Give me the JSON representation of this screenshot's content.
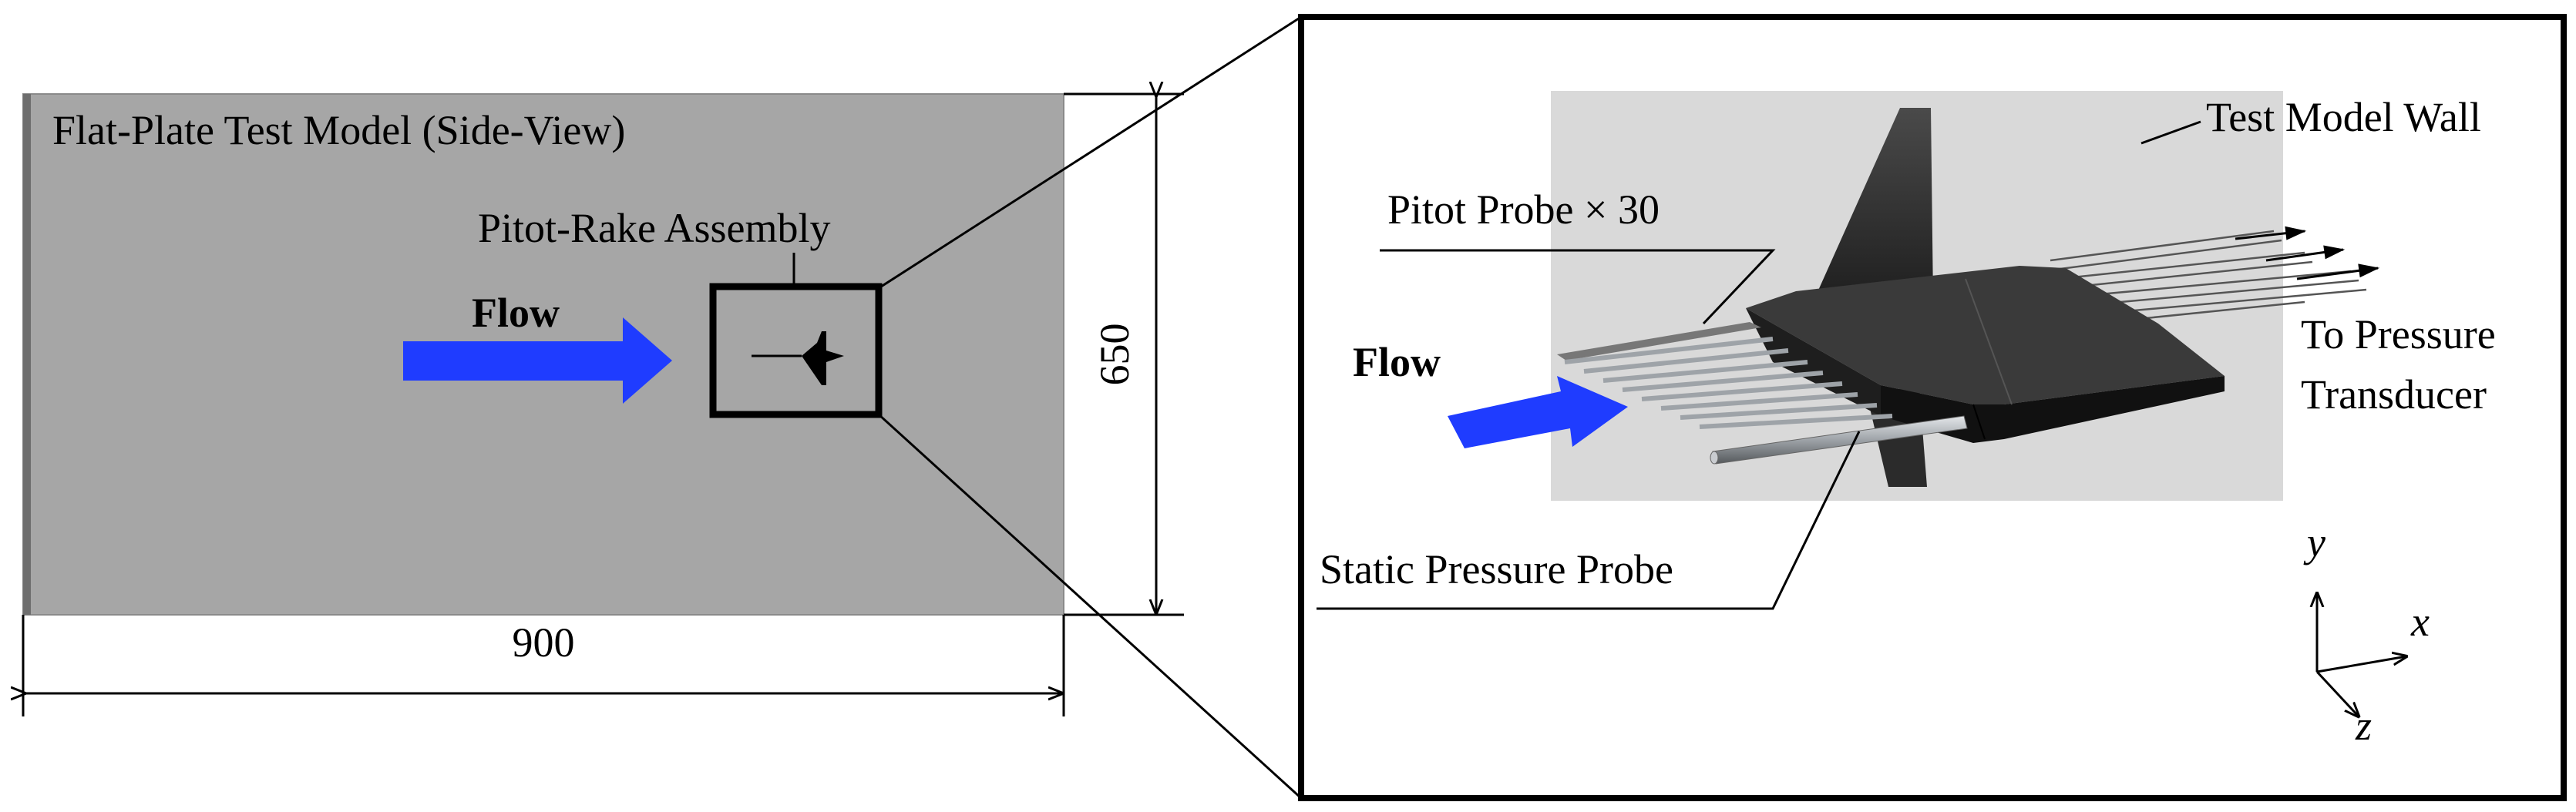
{
  "left_panel": {
    "title": "Flat-Plate Test Model (Side-View)",
    "assembly_label": "Pitot-Rake Assembly",
    "flow_label": "Flow",
    "width_dimension": "900",
    "height_dimension": "650"
  },
  "right_panel": {
    "wall_label": "Test Model Wall",
    "pitot_label": "Pitot Probe × 30",
    "flow_label": "Flow",
    "transducer_label_line1": "To Pressure",
    "transducer_label_line2": "Transducer",
    "static_label": "Static Pressure Probe",
    "axes": {
      "y": "y",
      "x": "x",
      "z": "z"
    }
  },
  "colors": {
    "plate": "#a6a6a6",
    "wall": "#d9d9d9",
    "flow_arrow": "#1f3cff",
    "rake_body": "#2b2b2b",
    "probe": "#9ea3a8"
  }
}
